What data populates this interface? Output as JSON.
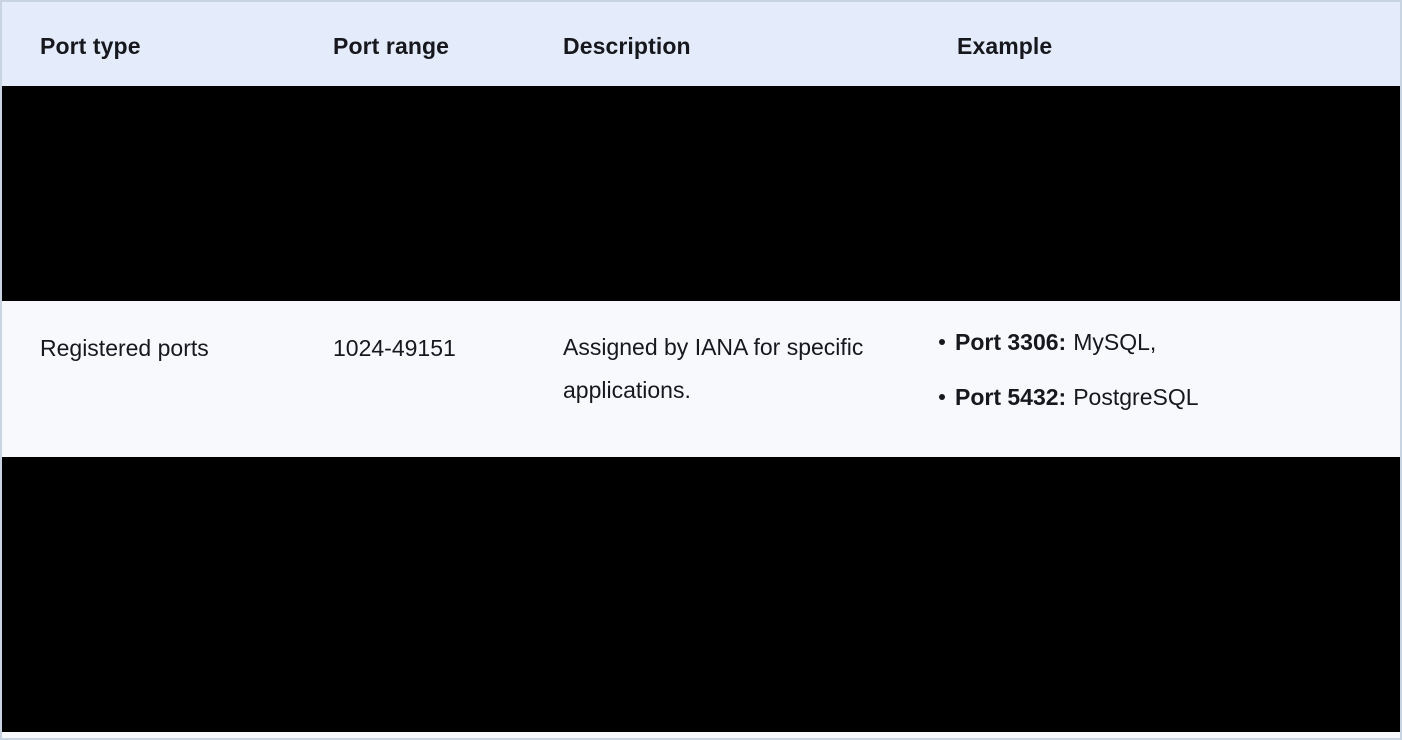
{
  "table": {
    "columns": [
      {
        "label": "Port type"
      },
      {
        "label": "Port range"
      },
      {
        "label": "Description"
      },
      {
        "label": "Example"
      }
    ],
    "rows": [
      {
        "type": "redacted"
      },
      {
        "type": "visible",
        "port_type": "Registered ports",
        "port_range": "1024-49151",
        "description": "Assigned by IANA for specific applications.",
        "examples": [
          {
            "label": "Port 3306:",
            "value": "MySQL,"
          },
          {
            "label": "Port 5432:",
            "value": "PostgreSQL"
          }
        ]
      },
      {
        "type": "redacted"
      }
    ]
  },
  "colors": {
    "header_bg": "#e4ecfb",
    "row_bg": "#f8f9fd",
    "redacted_bg": "#000000",
    "border": "#c9d4e3",
    "text": "#16181d"
  }
}
